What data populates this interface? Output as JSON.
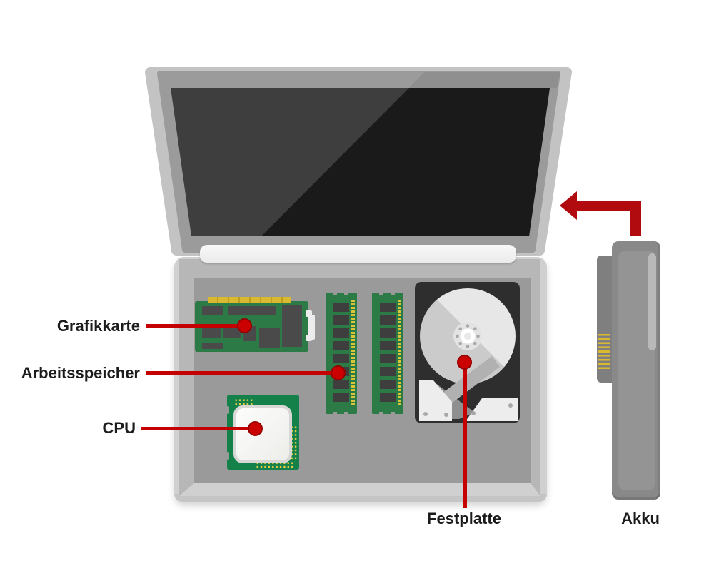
{
  "diagram": {
    "labels": {
      "graphics_card": "Grafikkarte",
      "ram": "Arbeitsspeicher",
      "cpu": "CPU",
      "hard_drive": "Festplatte",
      "battery": "Akku"
    },
    "colors": {
      "pointer_red": "#c40000",
      "arrow_red": "#b10b10",
      "pcb_green": "#2c7b46",
      "cpu_pcb_green": "#14814a",
      "gold": "#d9b92f",
      "label_text": "#1c1c1c",
      "lid_bezel_gray": "#9b9b9b",
      "base_gray": "#d0d0d0",
      "inner_tray_gray": "#9a9a9a",
      "screen_dark": "#1a1a1a"
    }
  }
}
